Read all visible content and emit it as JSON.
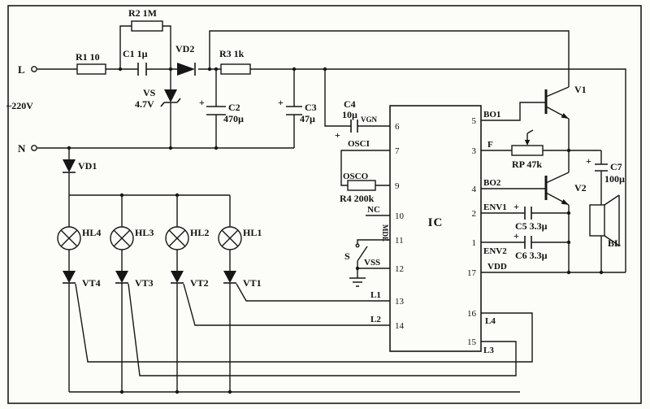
{
  "diagram": {
    "plus": "+",
    "terminals": {
      "l": "L",
      "n": "N",
      "mains": "~220V"
    },
    "parts": {
      "r1": "R1 10",
      "r2": "R2 1M",
      "c1": "C1 1µ",
      "vd2": "VD2",
      "r3": "R3 1k",
      "vs": "VS",
      "vs_value": "4.7V",
      "c2": "C2",
      "c2_value": "470µ",
      "c3": "C3",
      "c3_value": "47µ",
      "c4": "C4",
      "c4_value": "10µ",
      "r4": "R4 200k",
      "s": "S",
      "vd1": "VD1",
      "hl4": "HL4",
      "hl3": "HL3",
      "hl2": "HL2",
      "hl1": "HL1",
      "vt4": "VT4",
      "vt3": "VT3",
      "vt2": "VT2",
      "vt1": "VT1",
      "v1": "V1",
      "v2": "V2",
      "rp": "RP 47k",
      "c7": "C7",
      "c7_value": "100µ",
      "c5": "C5 3.3µ",
      "c6": "C6 3.3µ",
      "bl": "BL"
    },
    "ic": {
      "label": "IC",
      "pin_numbers": {
        "p1": "1",
        "p2": "2",
        "p3": "3",
        "p4": "4",
        "p5": "5",
        "p6": "6",
        "p7": "7",
        "p9": "9",
        "p10": "10",
        "p11": "11",
        "p12": "12",
        "p13": "13",
        "p14": "14",
        "p15": "15",
        "p16": "16",
        "p17": "17"
      },
      "pin_names": {
        "vgn": "VGN",
        "osci": "OSCI",
        "osco": "OSCO",
        "nc": "NC",
        "mde": "MDE",
        "vss": "VSS",
        "l1": "L1",
        "l2": "L2",
        "l3": "L3",
        "l4": "L4",
        "bo1": "BO1",
        "f": "F",
        "bo2": "BO2",
        "env1": "ENV1",
        "env2": "ENV2",
        "vdd": "VDD"
      }
    }
  }
}
